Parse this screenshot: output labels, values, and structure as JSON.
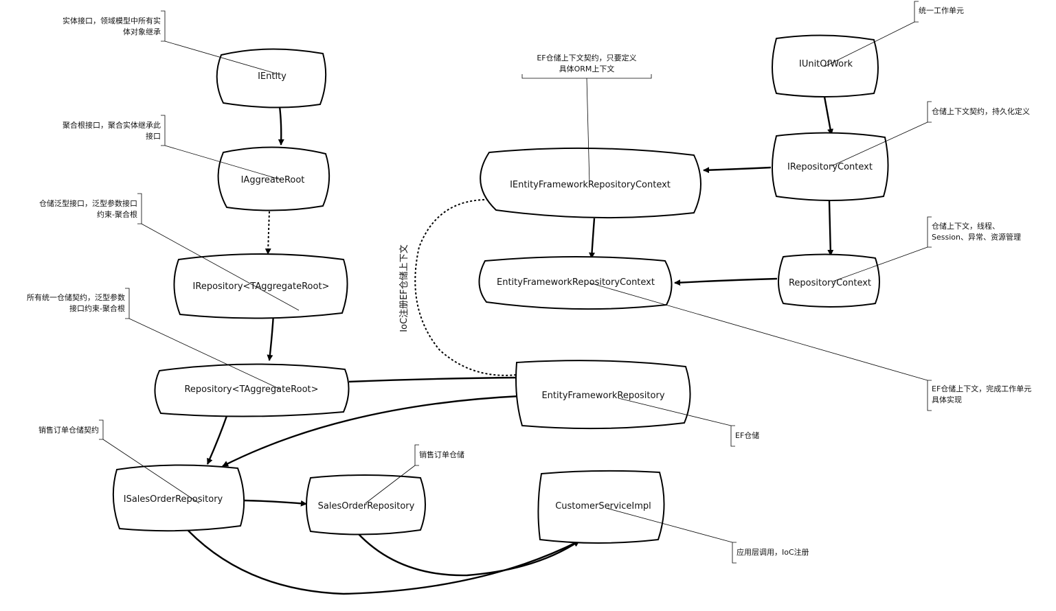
{
  "nodes": {
    "ientity": "IEntity",
    "iaggregateroot": "IAggreateRoot",
    "irepository": "IRepository<TAggregateRoot>",
    "repository": "Repository<TAggregateRoot>",
    "isalesorderrepository": "ISalesOrderRepository",
    "salesorderrepository": "SalesOrderRepository",
    "customerserviceimpl": "CustomerServiceImpl",
    "ientityframeworkrepositorycontext": "IEntityFrameworkRepositoryContext",
    "entityframeworkrepositorycontext": "EntityFrameworkRepositoryContext",
    "entityframeworkrepository": "EntityFrameworkRepository",
    "iunitofwork": "IUnitOfWork",
    "irepositorycontext": "IRepositoryContext",
    "repositorycontext": "RepositoryContext"
  },
  "notes": {
    "ientity": [
      "实体接口，领域模型中所有实",
      "体对象继承"
    ],
    "iaggregateroot": [
      "聚合根接口，聚合实体继承此",
      "接口"
    ],
    "irepository": [
      "仓储泛型接口，泛型参数接口",
      "约束-聚合根"
    ],
    "repository": [
      "所有统一仓储契约，泛型参数",
      "接口约束-聚合根"
    ],
    "isalesorderrepository": [
      "销售订单仓储契约"
    ],
    "salesorderrepository": [
      "销售订单仓储"
    ],
    "ef_context_contract": [
      "EF仓储上下文契约，只要定义",
      "具体ORM上下文"
    ],
    "iunitofwork": [
      "统一工作单元"
    ],
    "irepositorycontext": [
      "仓储上下文契约，持久化定义"
    ],
    "repositorycontext": [
      "仓储上下文，线程、",
      "Session、异常、资源管理"
    ],
    "ef_context": [
      "EF仓储上下文，完成工作单元",
      "具体实现"
    ],
    "ef_repository": [
      "EF仓储"
    ],
    "customerserviceimpl": [
      "应用层调用，IoC注册"
    ]
  },
  "edge_labels": {
    "ioc": "IoC注册EF仓储上下文"
  }
}
